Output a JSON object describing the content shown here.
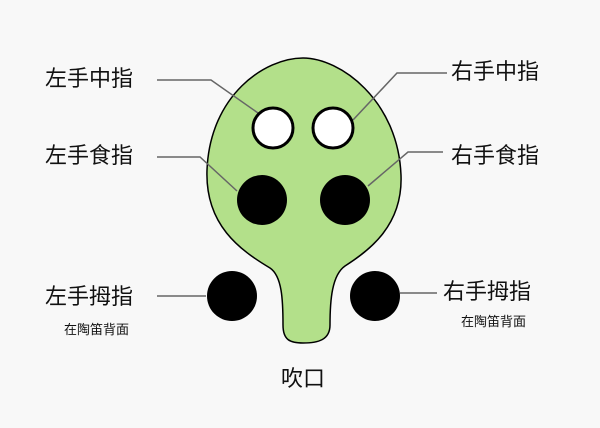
{
  "labels": {
    "left_middle": "左手中指",
    "right_middle": "右手中指",
    "left_index": "左手食指",
    "right_index": "右手食指",
    "left_thumb": "左手拇指",
    "right_thumb": "右手拇指",
    "left_thumb_note": "在陶笛背面",
    "right_thumb_note": "在陶笛背面",
    "mouthpiece": "吹口"
  },
  "holes": {
    "left_middle": "open",
    "right_middle": "open",
    "left_index": "closed",
    "right_index": "closed",
    "left_thumb": "closed",
    "right_thumb": "closed"
  },
  "colors": {
    "body": "#b3e08a",
    "closed_hole": "#000000",
    "open_hole": "#ffffff",
    "leader_line": "#666666"
  }
}
